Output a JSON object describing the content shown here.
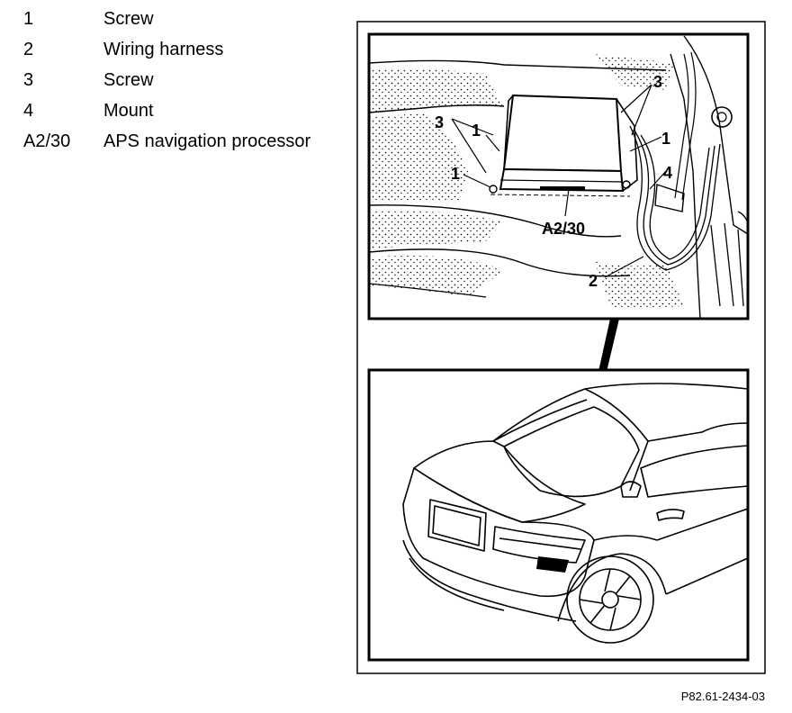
{
  "legend": [
    {
      "key": "1",
      "description": "Screw"
    },
    {
      "key": "2",
      "description": "Wiring harness"
    },
    {
      "key": "3",
      "description": "Screw"
    },
    {
      "key": "4",
      "description": "Mount"
    },
    {
      "key": "A2/30",
      "description": "APS navigation processor"
    }
  ],
  "callouts": {
    "screw_1_left": "1",
    "screw_1_top": "1",
    "screw_1_right": "1",
    "harness_2": "2",
    "screw_3_left": "3",
    "screw_3_right": "3",
    "mount_4": "4",
    "processor": "A2/30"
  },
  "reference_code": "P82.61-2434-03"
}
